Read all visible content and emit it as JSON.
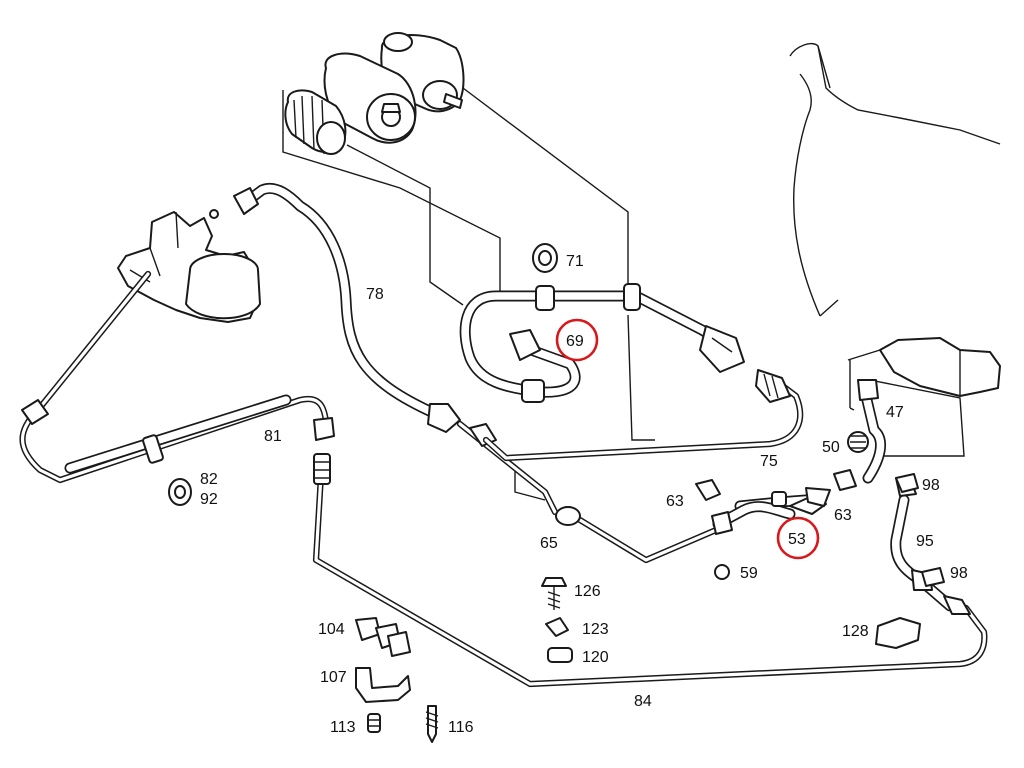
{
  "highlight_color": "#d7191c",
  "line_color": "#1a1a1a",
  "labels": {
    "l71": "71",
    "l69": "69",
    "l78": "78",
    "l81": "81",
    "l82": "82",
    "l92": "92",
    "l47": "47",
    "l50": "50",
    "l75": "75",
    "l63a": "63",
    "l63b": "63",
    "l98a": "98",
    "l65": "65",
    "l53": "53",
    "l95": "95",
    "l59": "59",
    "l98b": "98",
    "l126": "126",
    "l123": "123",
    "l120": "120",
    "l104": "104",
    "l128": "128",
    "l107": "107",
    "l84": "84",
    "l113": "113",
    "l116": "116"
  },
  "highlighted": [
    "69",
    "53"
  ]
}
